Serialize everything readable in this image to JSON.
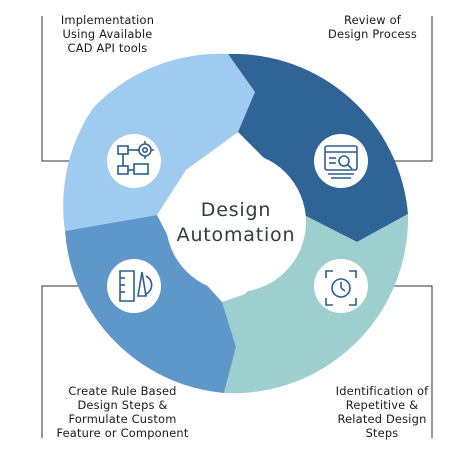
{
  "center": {
    "line1": "Design",
    "line2": "Automation"
  },
  "steps": [
    {
      "lines": [
        "Implementation",
        "Using Available",
        "CAD API tools"
      ],
      "icon": "flowchart-gear-icon",
      "color": "#9ecbef"
    },
    {
      "lines": [
        "Review of",
        "Design Process"
      ],
      "icon": "document-magnifier-icon",
      "color": "#2f6496"
    },
    {
      "lines": [
        "Identification of",
        "Repetitive &",
        "Related Design",
        "Steps"
      ],
      "icon": "clock-cycle-icon",
      "color": "#9dcfce"
    },
    {
      "lines": [
        "Create Rule Based",
        "Design Steps &",
        "Formulate Custom",
        "Feature or Component"
      ],
      "icon": "design-tools-icon",
      "color": "#5e98cb"
    }
  ],
  "colors": {
    "icon_stroke": "#2c5f93",
    "connector": "#333333"
  }
}
